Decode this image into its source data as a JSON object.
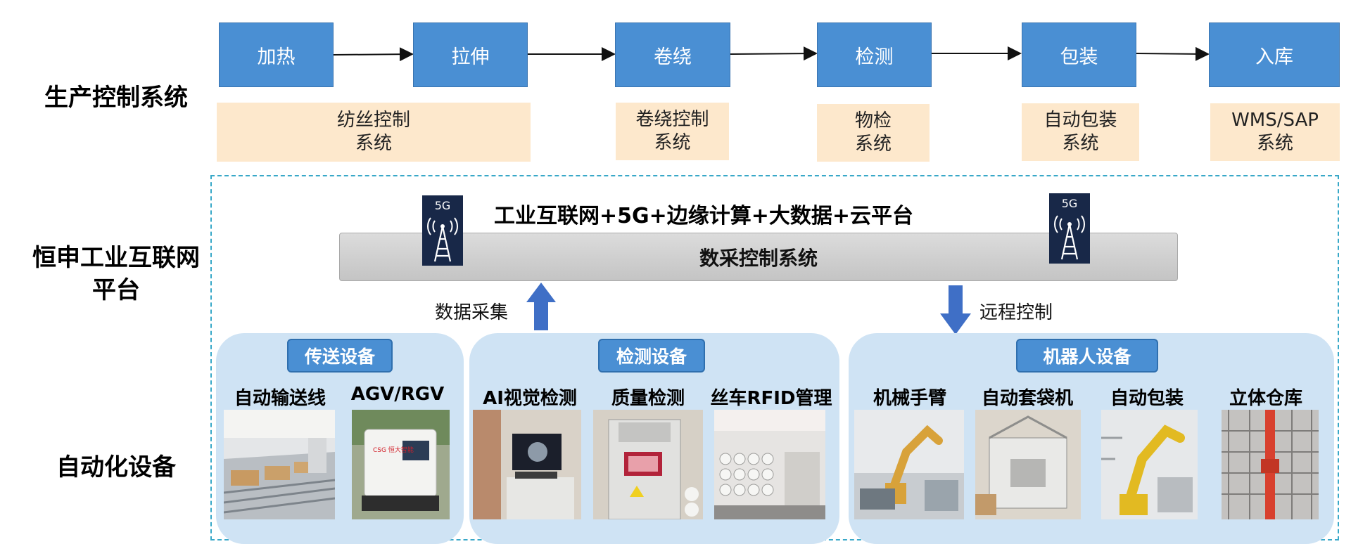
{
  "rows": {
    "production": "生产控制系统",
    "platform_line1": "恒申工业互联网",
    "platform_line2": "平台",
    "automation": "自动化设备"
  },
  "steps": [
    "加热",
    "拉伸",
    "卷绕",
    "检测",
    "包装",
    "入库"
  ],
  "systems": [
    {
      "line1": "纺丝控制",
      "line2": "系统"
    },
    {
      "line1": "卷绕控制",
      "line2": "系统"
    },
    {
      "line1": "物检",
      "line2": "系统"
    },
    {
      "line1": "自动包装",
      "line2": "系统"
    },
    {
      "line1": "WMS/SAP",
      "line2": "系统"
    }
  ],
  "platform": {
    "headline": "工业互联网+5G+边缘计算+大数据+云平台",
    "data_system": "数采控制系统",
    "tower_label": "5G",
    "collect_label": "数据采集",
    "remote_label": "远程控制"
  },
  "categories": {
    "transfer": "传送设备",
    "inspection": "检测设备",
    "robot": "机器人设备"
  },
  "devices": [
    "自动输送线",
    "AGV/RGV",
    "AI视觉检测",
    "质量检测",
    "丝车RFID管理",
    "机械手臂",
    "自动套袋机",
    "自动包装",
    "立体仓库"
  ],
  "photo_text": {
    "agv_brand": "CSG 恒大智能"
  },
  "colors": {
    "step_blue": "#4a8fd3",
    "system_peach": "#fde8cc",
    "panel_blue": "#cfe3f4",
    "dashed_border": "#38a8c8",
    "arrow_blue": "#3f6fc6"
  }
}
